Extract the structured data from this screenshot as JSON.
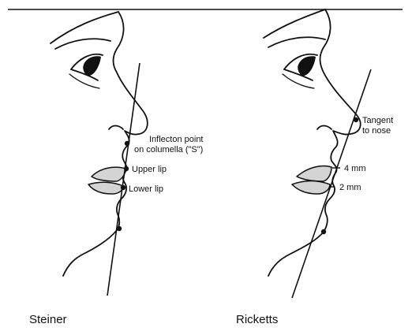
{
  "steiner": {
    "caption": "Steiner",
    "label_inflection_line1": "Inflecton point",
    "label_inflection_line2": "on columella (\"S\")",
    "label_upper_lip": "Upper lip",
    "label_lower_lip": "Lower lip"
  },
  "ricketts": {
    "caption": "Ricketts",
    "label_tangent_line1": "Tangent",
    "label_tangent_line2": "to nose",
    "measure_upper": "4 mm",
    "measure_lower": "2 mm"
  },
  "colors": {
    "line": "#111111",
    "lip_fill": "#d4d4d4",
    "background": "#ffffff"
  }
}
